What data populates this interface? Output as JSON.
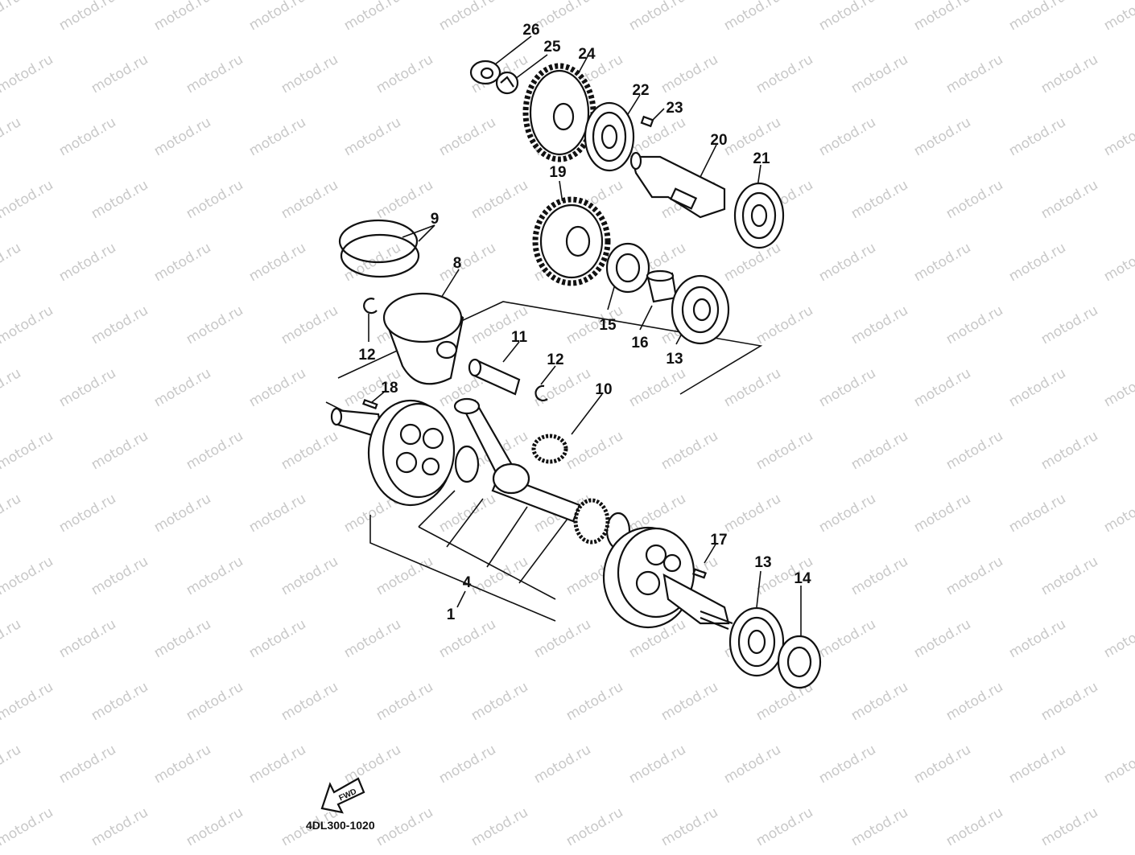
{
  "watermark": {
    "text": "motod.ru",
    "color": "#c8c8c8"
  },
  "diagram_code": "4DL300-1020",
  "fwd_arrow": {
    "text": "FWD"
  },
  "part_labels": [
    "1",
    "4",
    "8",
    "9",
    "10",
    "11",
    "12",
    "12",
    "13",
    "13",
    "14",
    "15",
    "16",
    "17",
    "18",
    "19",
    "20",
    "21",
    "22",
    "23",
    "24",
    "25",
    "26"
  ],
  "line_color": "#111111"
}
